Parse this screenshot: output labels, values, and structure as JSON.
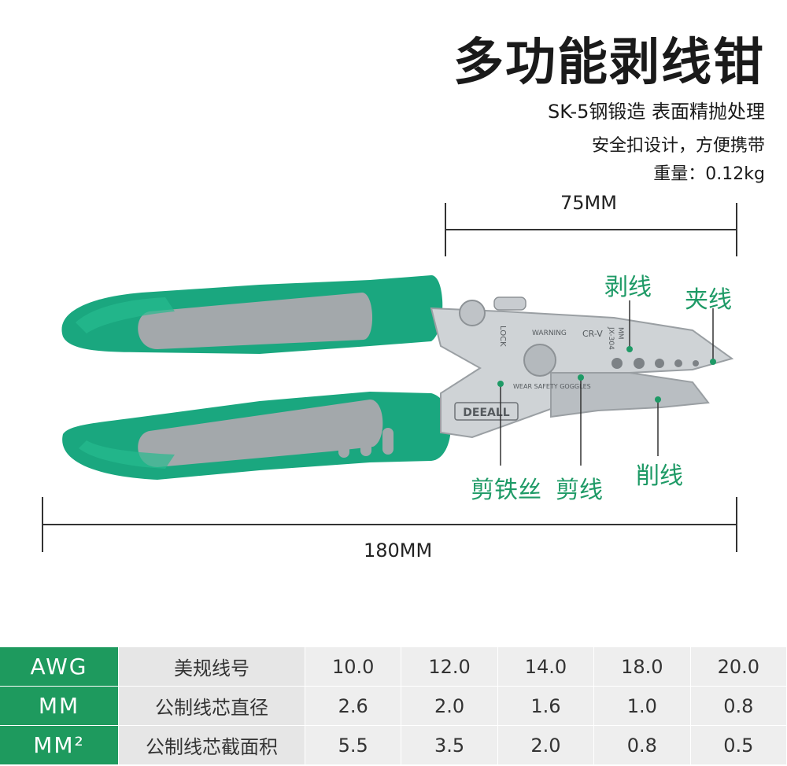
{
  "header": {
    "title": "多功能剥线钳",
    "features": [
      "SK-5钢锻造 表面精抛处理",
      "安全扣设计，方便携带",
      "重量：0.12kg"
    ]
  },
  "dimensions": {
    "jaw_length": "75MM",
    "total_length": "180MM"
  },
  "callouts": {
    "strip": "剥线",
    "crimp": "夹线",
    "cut_iron_wire": "剪铁丝",
    "cut_wire": "剪线",
    "shave_wire": "削线"
  },
  "tool": {
    "brand": "DEEALL",
    "lock": "LOCK",
    "material": "CR-V",
    "model": "JX-304",
    "unit": "MM",
    "warning": "WARNING",
    "warning_text": "WEAR SAFETY GOGGLES"
  },
  "spec_table": {
    "rows": [
      {
        "head": "AWG",
        "desc": "美规线号",
        "values": [
          "10.0",
          "12.0",
          "14.0",
          "18.0",
          "20.0"
        ]
      },
      {
        "head": "MM",
        "desc": "公制线芯直径",
        "values": [
          "2.6",
          "2.0",
          "1.6",
          "1.0",
          "0.8"
        ]
      },
      {
        "head": "MM²",
        "desc": "公制线芯截面积",
        "values": [
          "5.5",
          "3.5",
          "2.0",
          "0.8",
          "0.5"
        ]
      }
    ]
  },
  "colors": {
    "accent_green": "#1e9a5e",
    "handle_green": "#1aa77f",
    "handle_grey": "#a3a8ab"
  }
}
